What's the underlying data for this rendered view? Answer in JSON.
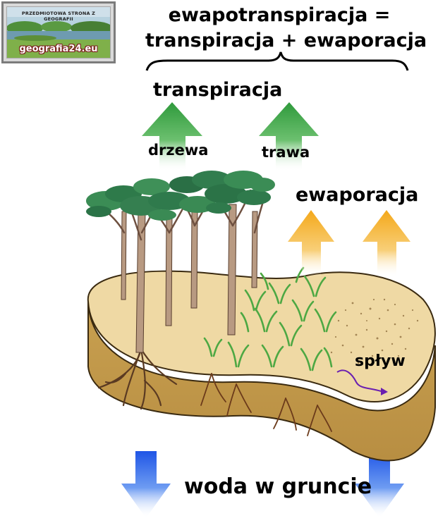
{
  "logo": {
    "top_text": "PRZEDMIOTOWA STRONA Z GEOGRAFII",
    "site_name": "geografia24.eu"
  },
  "title": {
    "line1": "ewapotranspiracja =",
    "line2": "transpiracja + ewaporacja"
  },
  "labels": {
    "transpiration": "transpiracja",
    "trees": "drzewa",
    "grass": "trawa",
    "evaporation": "ewaporacja",
    "runoff": "spływ",
    "groundwater": "woda w gruncie"
  },
  "colors": {
    "transpiration_arrow": "#3aa64a",
    "evaporation_arrow": "#f5b12a",
    "groundwater_arrow": "#2f66e8",
    "soil_top": "#efd9a4",
    "soil_side": "#c9a258",
    "runoff_arrow": "#6a1fb0",
    "tree_foliage": "#2f7a4c"
  }
}
